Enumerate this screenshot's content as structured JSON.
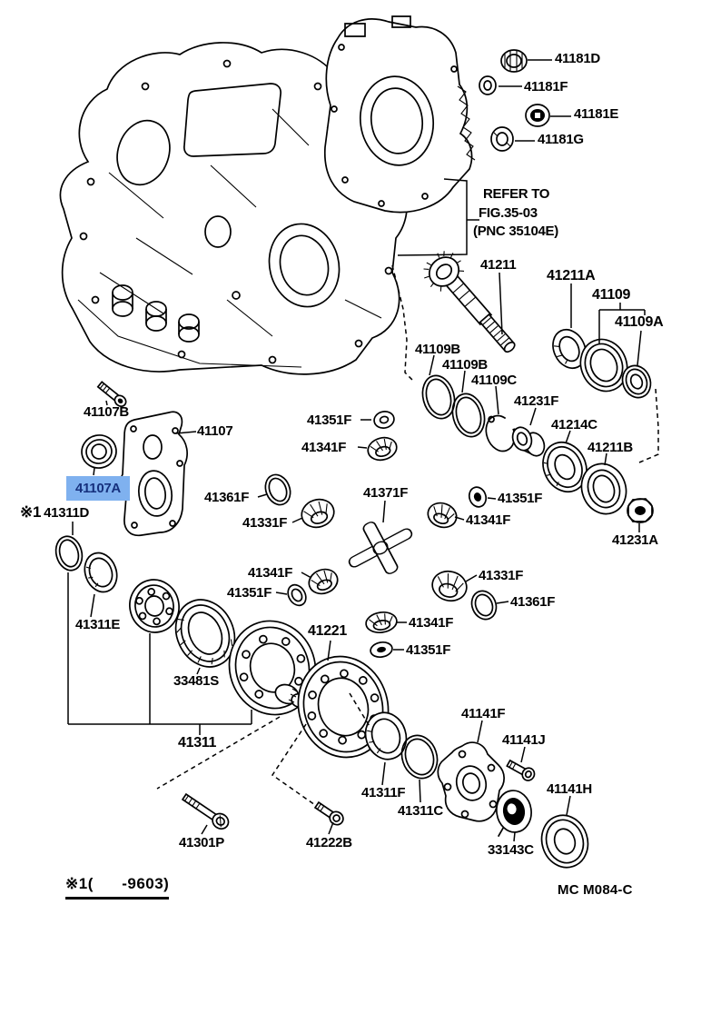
{
  "diagram": {
    "type": "exploded-parts-diagram",
    "doc_code": "MC M084-C",
    "footnote": "※1(      -9603)",
    "star_ref": "※1",
    "refer_note": {
      "line1": "REFER TO",
      "line2": "FIG.35-03",
      "line3": "(PNC 35104E)"
    },
    "highlight": {
      "part": "41107A",
      "bg": "#7fb1ef",
      "fg": "#16307d"
    },
    "labels": {
      "41181D": "41181D",
      "41181F": "41181F",
      "41181E": "41181E",
      "41181G": "41181G",
      "41211": "41211",
      "41211A": "41211A",
      "41109": "41109",
      "41109A": "41109A",
      "41109B": "41109B",
      "41109C": "41109C",
      "41231F": "41231F",
      "41214C": "41214C",
      "41211B": "41211B",
      "41231A": "41231A",
      "41107B": "41107B",
      "41107": "41107",
      "41107A": "41107A",
      "41311D": "41311D",
      "41311E": "41311E",
      "33481S": "33481S",
      "41311": "41311",
      "41221": "41221",
      "41351F": "41351F",
      "41341F": "41341F",
      "41361F": "41361F",
      "41331F": "41331F",
      "41371F": "41371F",
      "41141F": "41141F",
      "41141J": "41141J",
      "41141H": "41141H",
      "41311F": "41311F",
      "41311C": "41311C",
      "33143C": "33143C",
      "41301P": "41301P",
      "41222B": "41222B"
    }
  }
}
